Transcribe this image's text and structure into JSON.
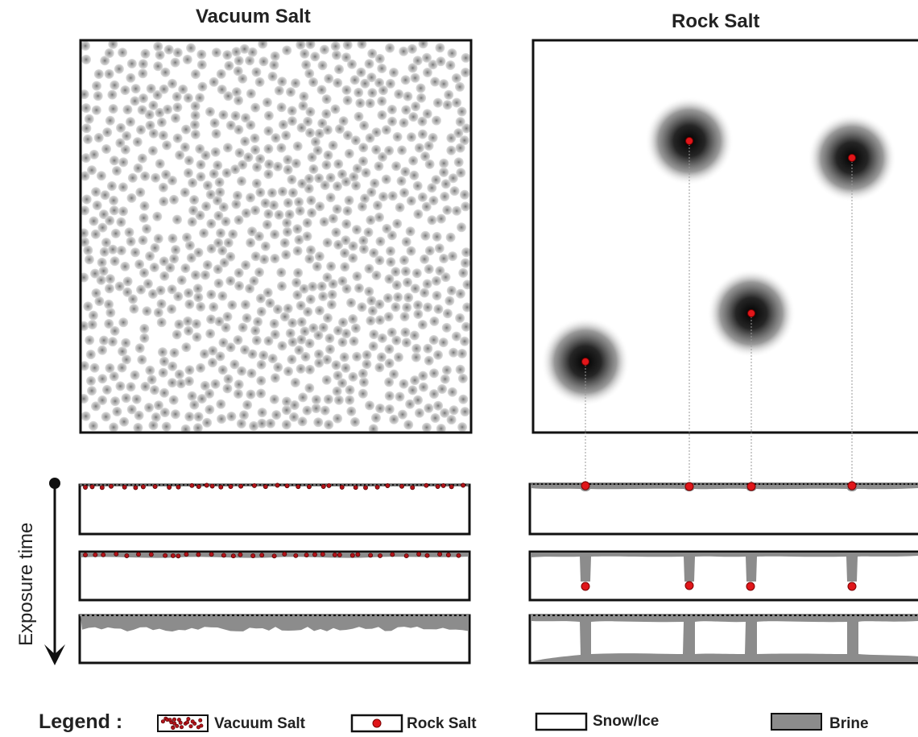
{
  "titles": {
    "left": "Vacuum Salt",
    "right": "Rock Salt"
  },
  "axis": {
    "label": "Exposure time",
    "direction": "downward"
  },
  "legend": {
    "title": "Legend :",
    "items": [
      {
        "key": "vacuum",
        "label": "Vacuum Salt"
      },
      {
        "key": "rock",
        "label": "Rock Salt"
      },
      {
        "key": "snow",
        "label": "Snow/Ice"
      },
      {
        "key": "brine",
        "label": "Brine"
      }
    ]
  },
  "colors": {
    "salt_red": "#e0161a",
    "grain_gray": "#9a9a9a",
    "brine_gray": "#8c8c8c",
    "outline": "#111111",
    "surface_dash": "#999999"
  },
  "stages": [
    "initial",
    "intermediate",
    "late"
  ]
}
